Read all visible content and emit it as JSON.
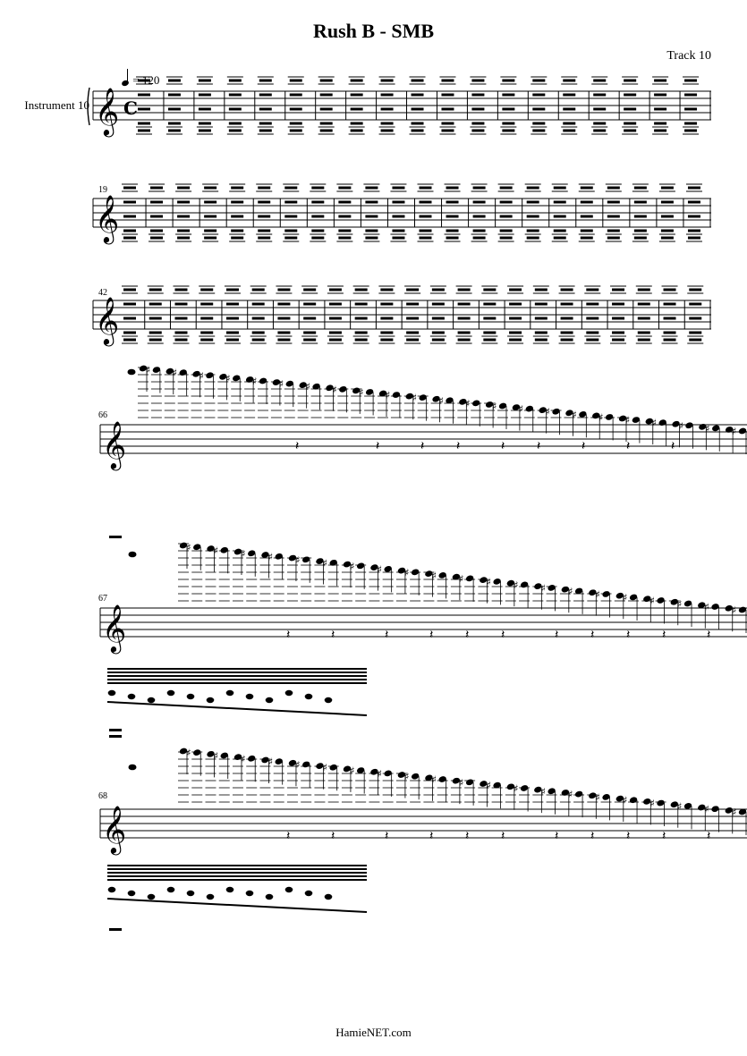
{
  "header": {
    "title": "Rush B - SMB",
    "track": "Track 10",
    "tempo_value": "= 120",
    "instrument": "Instrument 10",
    "time_signature": "C"
  },
  "measure_numbers": [
    "19",
    "42",
    "66",
    "67",
    "68"
  ],
  "footer": {
    "site": "HamieNET.com"
  }
}
